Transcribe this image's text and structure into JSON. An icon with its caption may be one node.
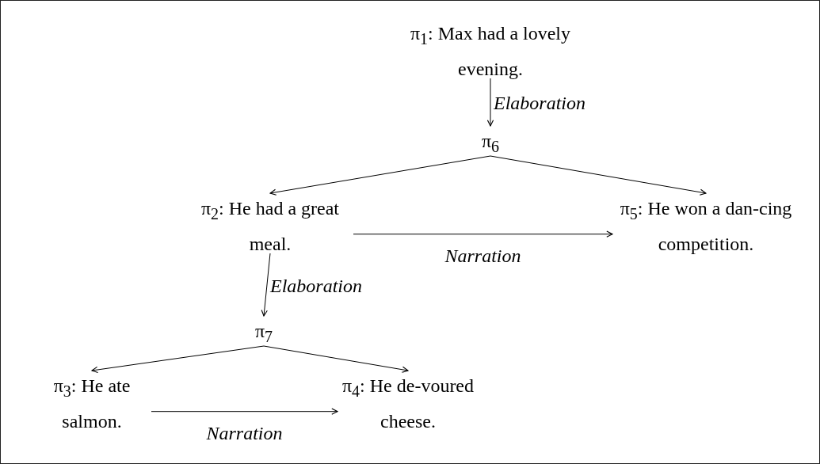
{
  "diagram": {
    "nodes": [
      {
        "text": [
          "π$_{1}$: Max had a lovely evening."
        ]
      },
      {
        "text": [
          "π$_{6}$"
        ]
      },
      {
        "text": [
          "π$_{2}$: He had a great meal."
        ]
      },
      {
        "text": [
          "π$_{5}$: He won a dan-cing competition."
        ]
      },
      {
        "text": [
          "π$_{7}$"
        ]
      },
      {
        "text": [
          "π$_{3}$: He ate salmon."
        ]
      },
      {
        "text": [
          "π$_{4}$: He de-voured cheese."
        ]
      }
    ],
    "edges": [
      {
        "from": 0,
        "to": 1,
        "arrow": "to",
        "label": "Elaboration"
      },
      {
        "from": 1,
        "to": 2,
        "arrow": "to"
      },
      {
        "from": 1,
        "to": 3,
        "arrow": "to"
      },
      {
        "from": 2,
        "to": 3,
        "arrow": "to",
        "label": "Narration"
      },
      {
        "from": 2,
        "to": 4,
        "arrow": "to",
        "label": "Elaboration"
      },
      {
        "from": 4,
        "to": 5,
        "arrow": "to"
      },
      {
        "from": 4,
        "to": 6,
        "arrow": "to"
      },
      {
        "from": 5,
        "to": 6,
        "arrow": "to",
        "label": "Narration"
      }
    ]
  }
}
